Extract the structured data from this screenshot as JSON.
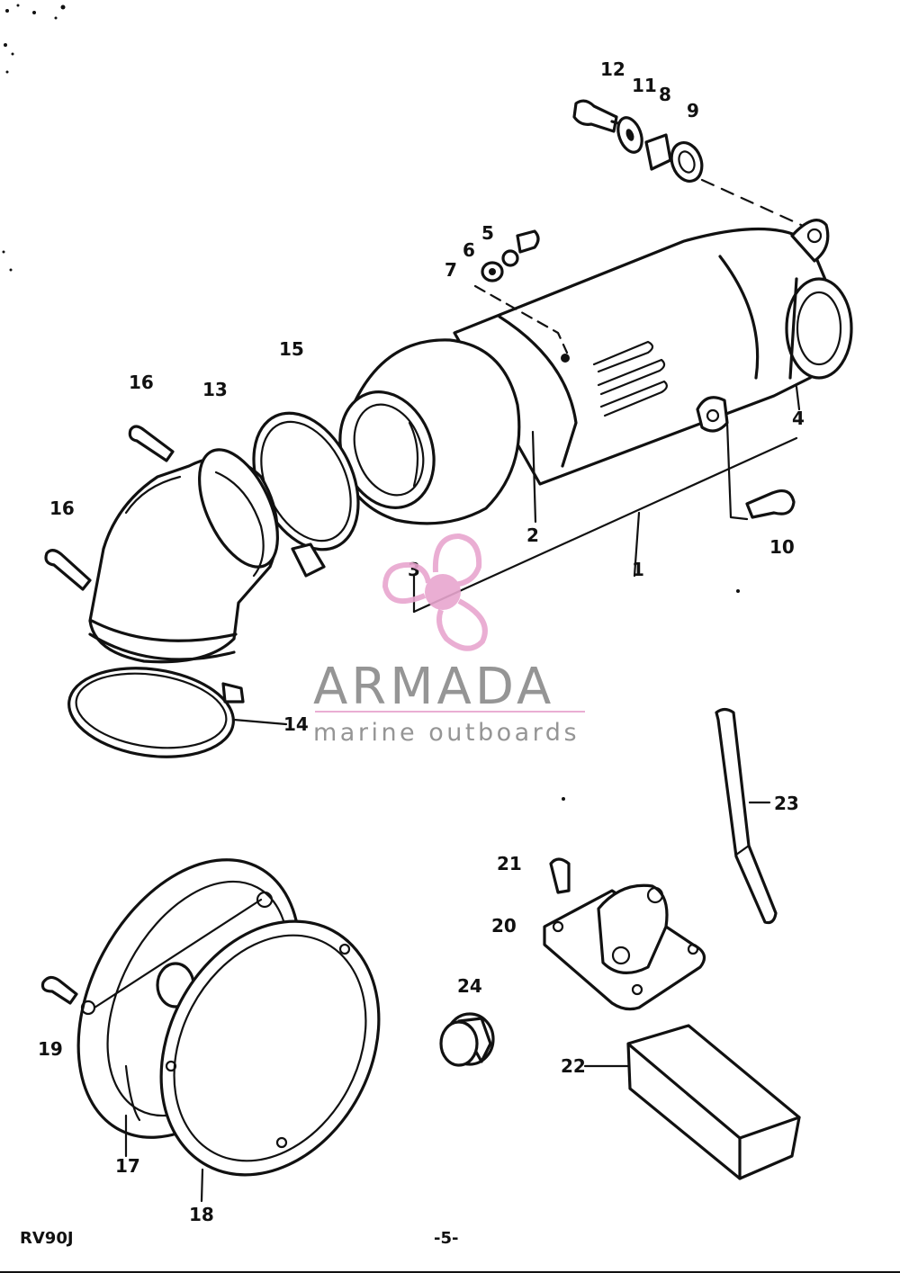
{
  "callouts": [
    {
      "id": "p1",
      "label": "1"
    },
    {
      "id": "p2",
      "label": "2"
    },
    {
      "id": "p3",
      "label": "3"
    },
    {
      "id": "p4",
      "label": "4"
    },
    {
      "id": "p5",
      "label": "5"
    },
    {
      "id": "p6",
      "label": "6"
    },
    {
      "id": "p7",
      "label": "7"
    },
    {
      "id": "p8",
      "label": "8"
    },
    {
      "id": "p9",
      "label": "9"
    },
    {
      "id": "p10",
      "label": "10"
    },
    {
      "id": "p11",
      "label": "11"
    },
    {
      "id": "p12",
      "label": "12"
    },
    {
      "id": "p13",
      "label": "13"
    },
    {
      "id": "p14",
      "label": "14"
    },
    {
      "id": "p15",
      "label": "15"
    },
    {
      "id": "p16a",
      "label": "16"
    },
    {
      "id": "p16b",
      "label": "16"
    },
    {
      "id": "p17",
      "label": "17"
    },
    {
      "id": "p18",
      "label": "18"
    },
    {
      "id": "p19",
      "label": "19"
    },
    {
      "id": "p20",
      "label": "20"
    },
    {
      "id": "p21",
      "label": "21"
    },
    {
      "id": "p22",
      "label": "22"
    },
    {
      "id": "p23",
      "label": "23"
    },
    {
      "id": "p24",
      "label": "24"
    }
  ],
  "watermark": {
    "name": "ARMADA",
    "subtitle": "marine outboards",
    "logo_icon": "propeller-icon",
    "color_text": "#8a8a8a",
    "color_logo": "#e8a6cf"
  },
  "footer": {
    "model": "RV90J",
    "page_number": "-5-"
  }
}
